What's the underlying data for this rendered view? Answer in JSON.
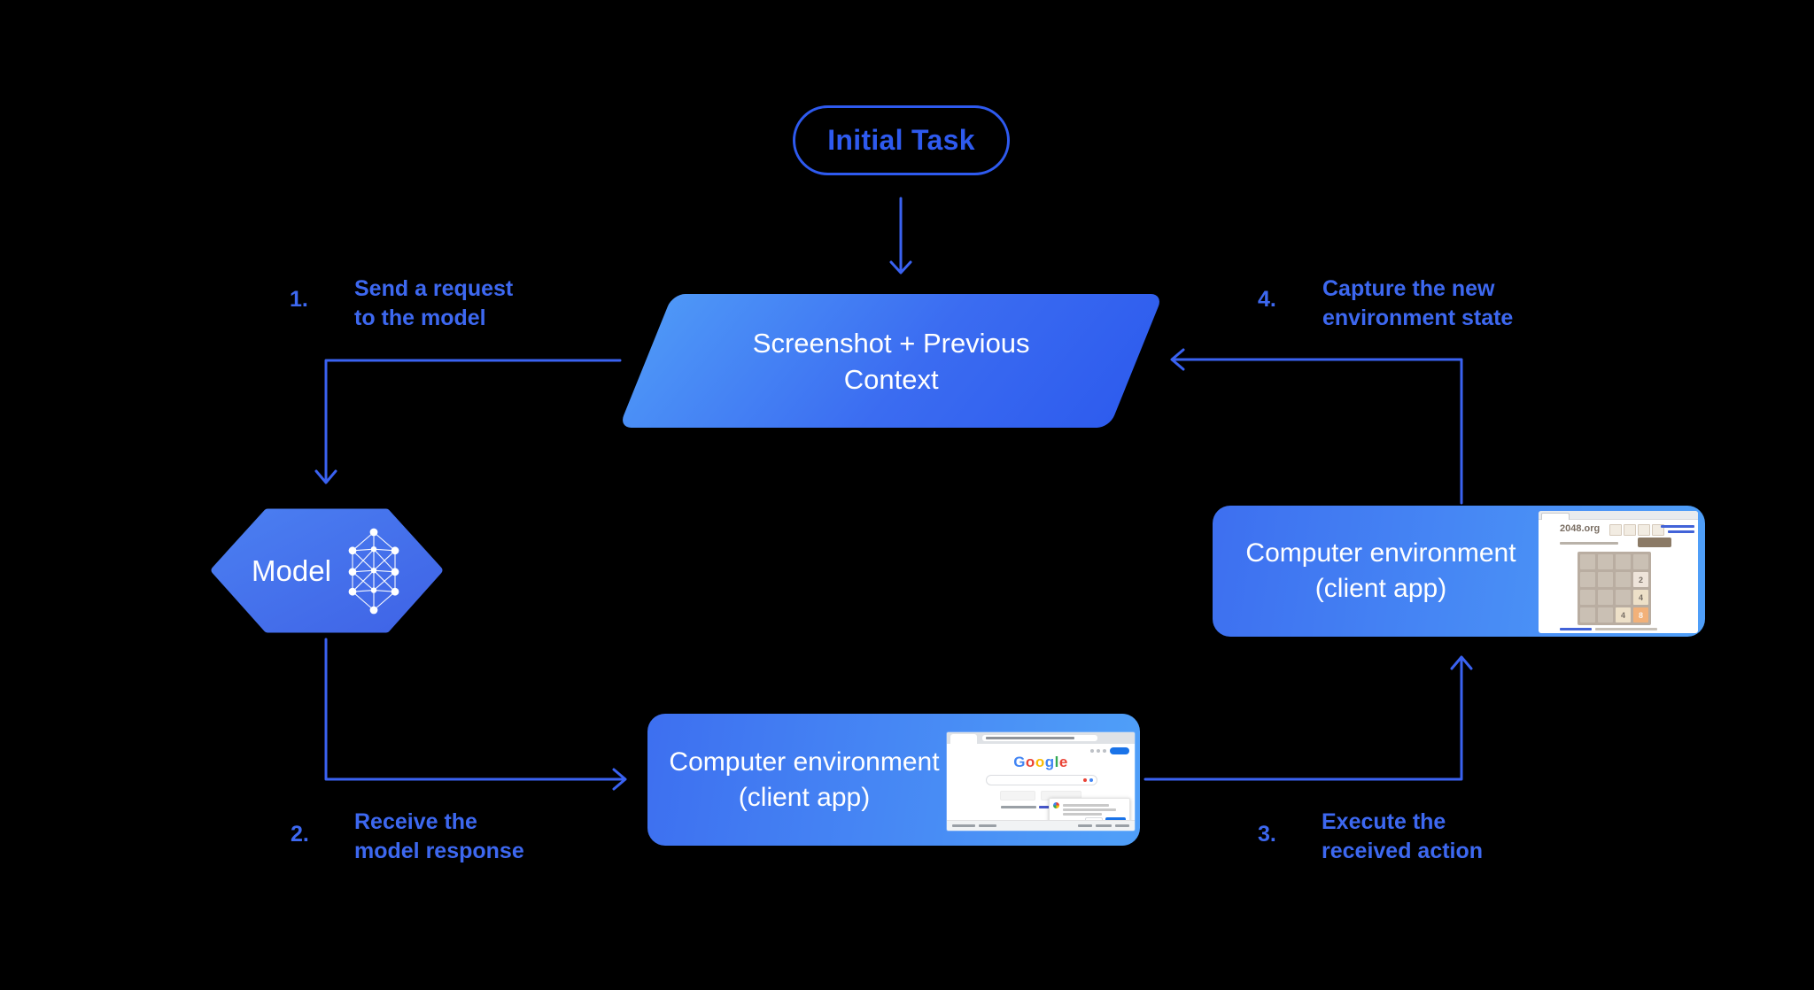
{
  "colors": {
    "background": "#000000",
    "arrow_blue": "#3a62f1",
    "step_label_blue": "#3d68f0",
    "pill_blue": "#2e5aef",
    "shape_gradient_start": "#4e97f7",
    "shape_gradient_end": "#2e5cee",
    "box_gradient_start": "#3d6ff0",
    "box_gradient_end": "#4f9ef8",
    "tile_2": "#eee4da",
    "tile_4": "#ede0c8",
    "tile_8": "#f2b179",
    "google_blue": "#1a73e8"
  },
  "nodes": {
    "initial_task": {
      "label": "Initial Task"
    },
    "screenshot_context": {
      "line1": "Screenshot + Previous",
      "line2": "Context"
    },
    "model": {
      "label": "Model"
    },
    "env_client_top": {
      "line1": "Computer environment",
      "line2": "(client app)"
    },
    "env_client_bottom": {
      "line1": "Computer environment",
      "line2": "(client app)"
    }
  },
  "steps": [
    {
      "num": "1.",
      "line1": "Send a request",
      "line2": "to the model"
    },
    {
      "num": "2.",
      "line1": "Receive the",
      "line2": "model response"
    },
    {
      "num": "3.",
      "line1": "Execute the",
      "line2": "received action"
    },
    {
      "num": "4.",
      "line1": "Capture the new",
      "line2": "environment state"
    }
  ],
  "mini_2048": {
    "site_title": "2048.org",
    "tiles": [
      "2",
      "4",
      "4",
      "8"
    ]
  },
  "mini_google": {
    "logo_letters": [
      "G",
      "o",
      "o",
      "g",
      "l",
      "e"
    ]
  }
}
